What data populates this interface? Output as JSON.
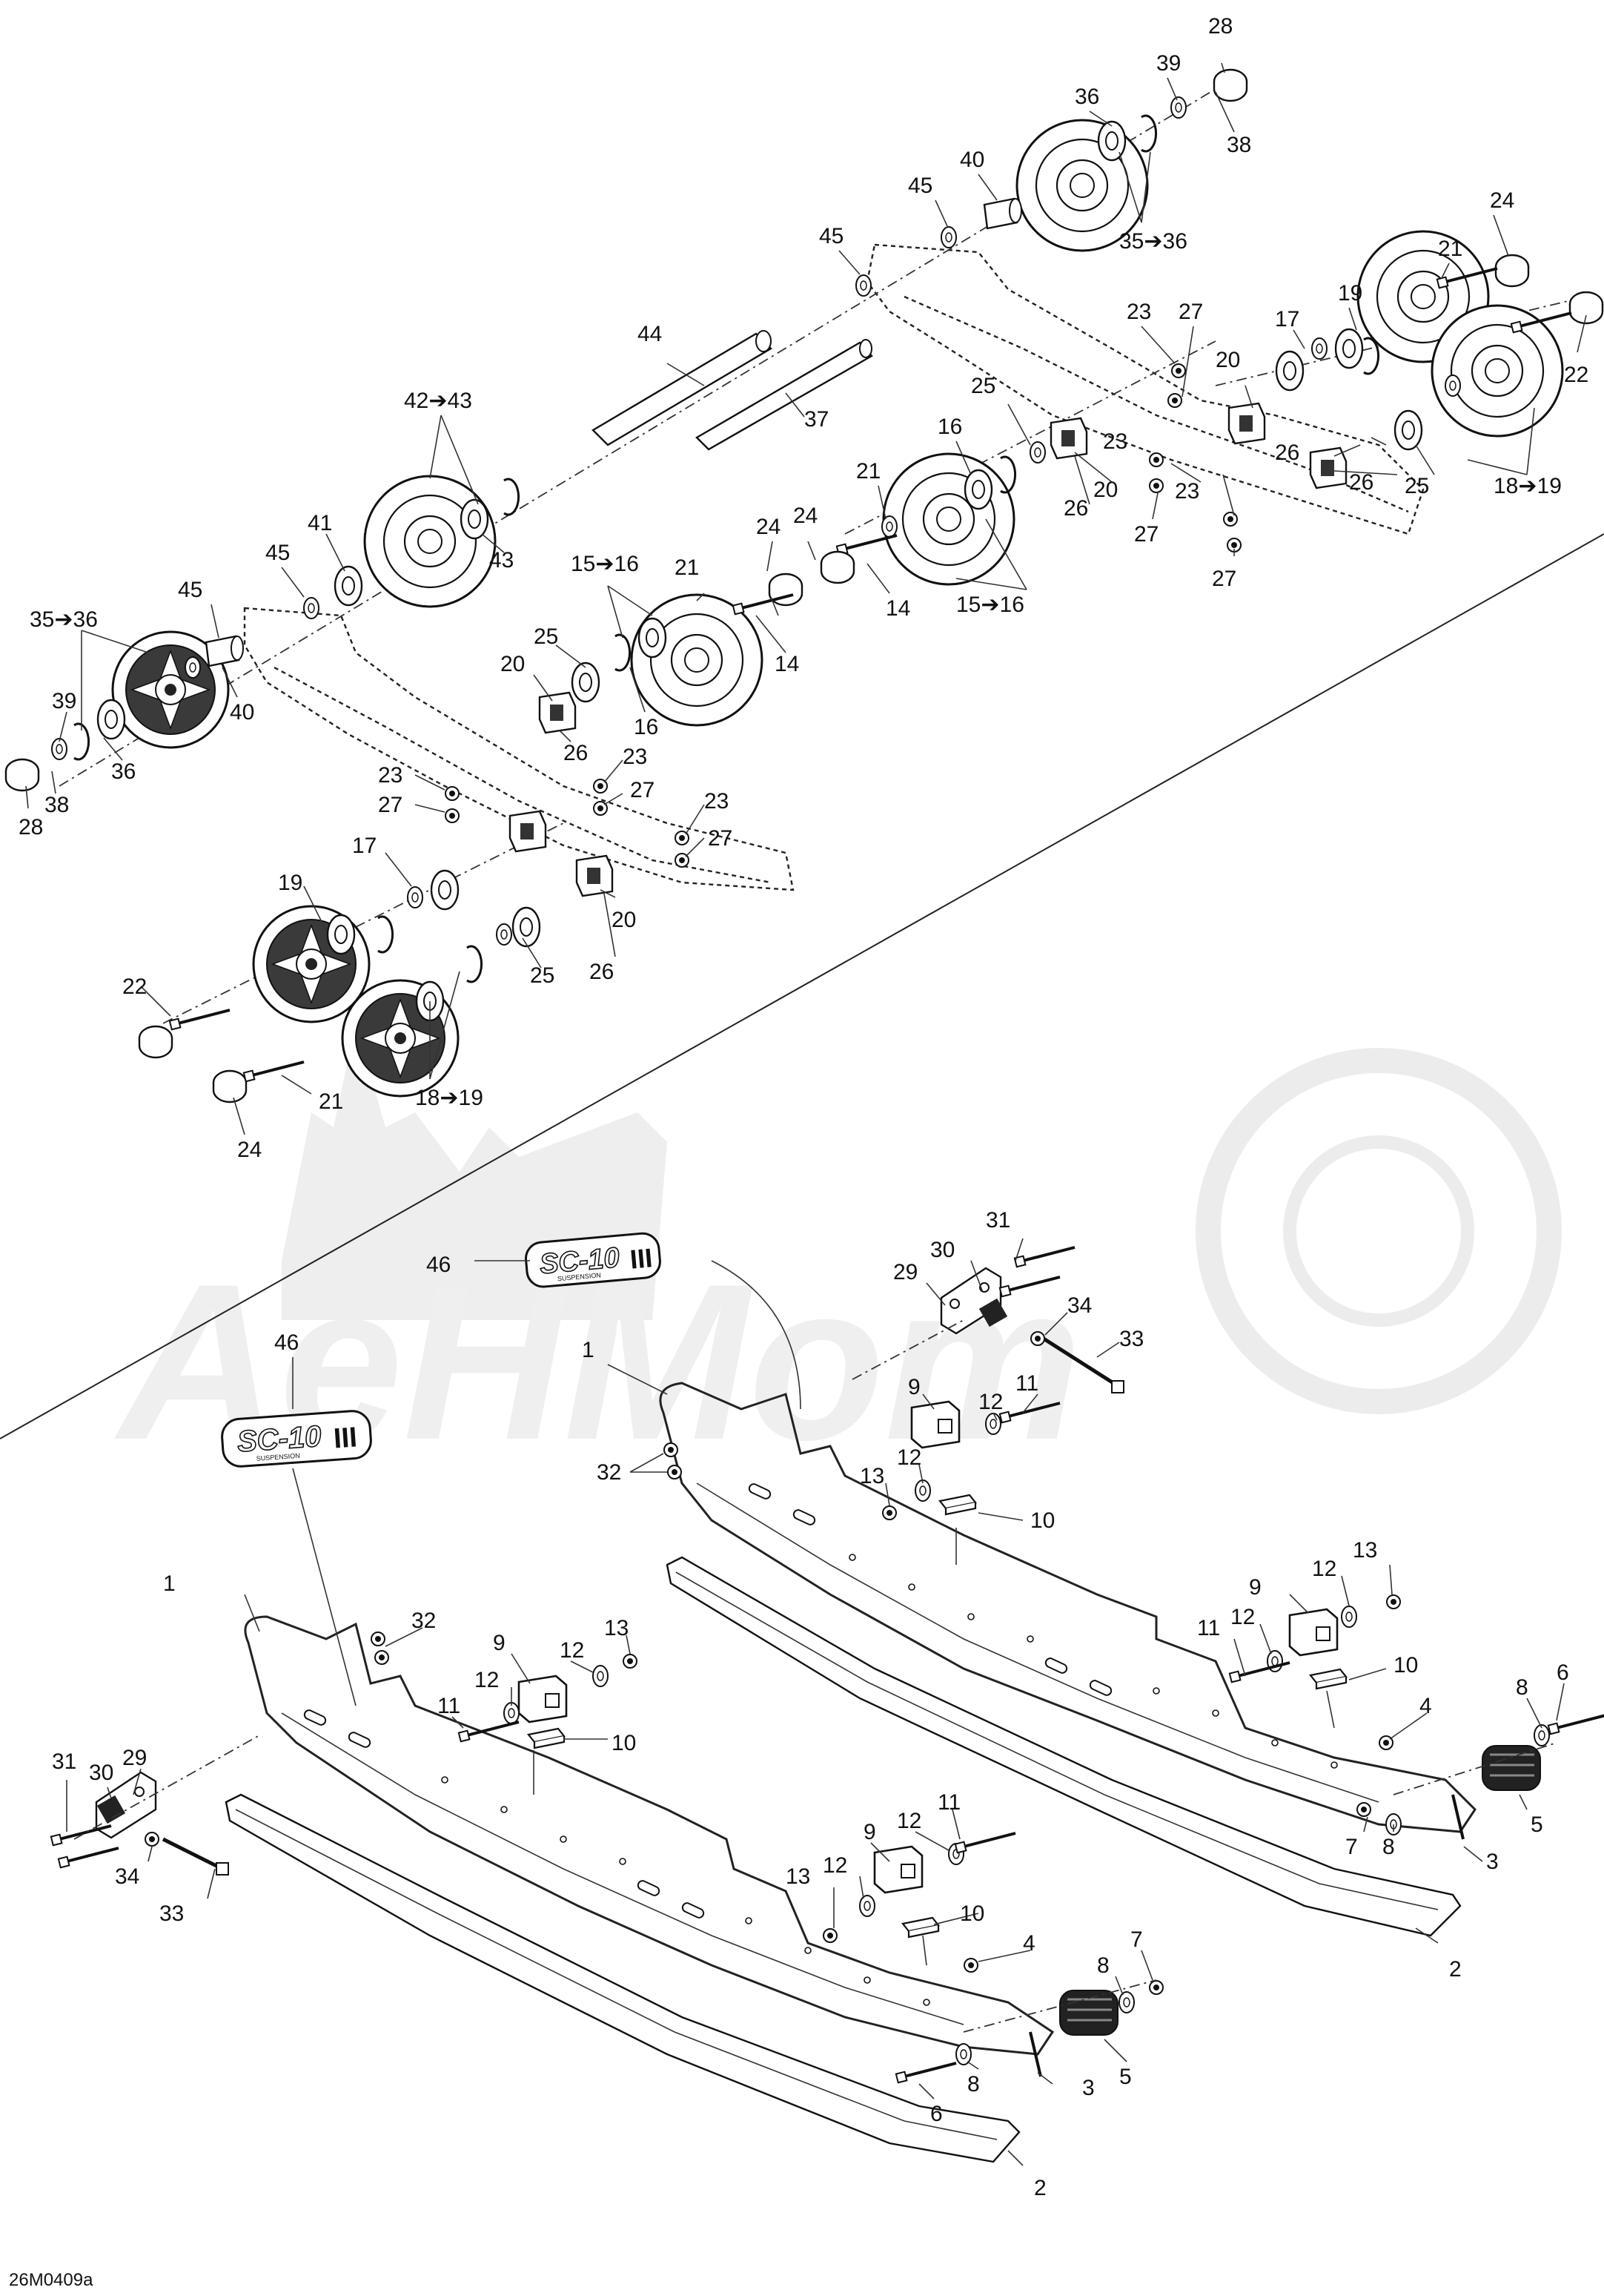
{
  "diagram": {
    "reference_code": "26M0409a",
    "watermark_text": "AeHMom",
    "decal_text": "SC-10",
    "decal_subtext": "SUSPENSION",
    "decal_mark": "III",
    "labels": {
      "upper_28": "28",
      "upper_39": "39",
      "upper_38": "38",
      "upper_36": "36",
      "upper_35to36": "35➔36",
      "upper_40": "40",
      "upper_45a": "45",
      "upper_45b": "45",
      "upper_24a": "24",
      "upper_21a": "21",
      "upper_22a": "22",
      "upper_19a": "19",
      "upper_17a": "17",
      "upper_23a": "23",
      "upper_27a": "27",
      "upper_20a": "20",
      "upper_26a": "26",
      "upper_23b": "23",
      "upper_26b": "26",
      "upper_25a": "25",
      "upper_18to19a": "18➔19",
      "upper_23c": "23",
      "upper_27b": "27",
      "upper_27c": "27",
      "upper_20b": "20",
      "upper_26c": "26",
      "upper_44": "44",
      "upper_37": "37",
      "upper_25b": "25",
      "upper_16a": "16",
      "upper_21b": "21",
      "upper_24b": "24",
      "upper_24c": "24",
      "upper_14a": "14",
      "upper_15to16a": "15➔16",
      "upper_42to43": "42➔43",
      "upper_43": "43",
      "upper_41": "41",
      "upper_45c": "45",
      "upper_15to16b": "15➔16",
      "upper_21c": "21",
      "upper_14b": "14",
      "upper_45d": "45",
      "upper_35to36b": "35➔36",
      "upper_40b": "40",
      "upper_39b": "39",
      "upper_36b": "36",
      "upper_38b": "38",
      "upper_28b": "28",
      "upper_25c": "25",
      "upper_16b": "16",
      "upper_20c": "20",
      "upper_26d": "26",
      "upper_23d": "23",
      "upper_27d": "27",
      "upper_23e": "23",
      "upper_27e": "27",
      "upper_23f": "23",
      "upper_27f": "27",
      "upper_17b": "17",
      "upper_19b": "19",
      "upper_20d": "20",
      "upper_25d": "25",
      "upper_26e": "26",
      "upper_22b": "22",
      "upper_21d": "21",
      "upper_24d": "24",
      "upper_18to19b": "18➔19",
      "lower_46a": "46",
      "lower_31a": "31",
      "lower_30a": "30",
      "lower_29a": "29",
      "lower_34a": "34",
      "lower_33a": "33",
      "lower_1a": "1",
      "lower_9a": "9",
      "lower_11a": "11",
      "lower_12a": "12",
      "lower_32a": "32",
      "lower_13a": "13",
      "lower_12b": "12",
      "lower_10a": "10",
      "lower_9b": "9",
      "lower_12c": "12",
      "lower_13b": "13",
      "lower_12d": "12",
      "lower_11b": "11",
      "lower_10b": "10",
      "lower_4a": "4",
      "lower_8a": "8",
      "lower_6a": "6",
      "lower_5a": "5",
      "lower_7a": "7",
      "lower_8b": "8",
      "lower_3a": "3",
      "lower_2a": "2",
      "lower_46b": "46",
      "lower_1b": "1",
      "lower_32b": "32",
      "lower_9c": "9",
      "lower_12e": "12",
      "lower_13c": "13",
      "lower_12f": "12",
      "lower_11c": "11",
      "lower_10c": "10",
      "lower_31b": "31",
      "lower_30b": "30",
      "lower_29b": "29",
      "lower_34b": "34",
      "lower_33b": "33",
      "lower_9d": "9",
      "lower_12g": "12",
      "lower_11d": "11",
      "lower_13d": "13",
      "lower_12h": "12",
      "lower_10d": "10",
      "lower_4b": "4",
      "lower_8c": "8",
      "lower_7b": "7",
      "lower_5b": "5",
      "lower_8d": "8",
      "lower_6b": "6",
      "lower_3b": "3",
      "lower_2b": "2"
    }
  }
}
